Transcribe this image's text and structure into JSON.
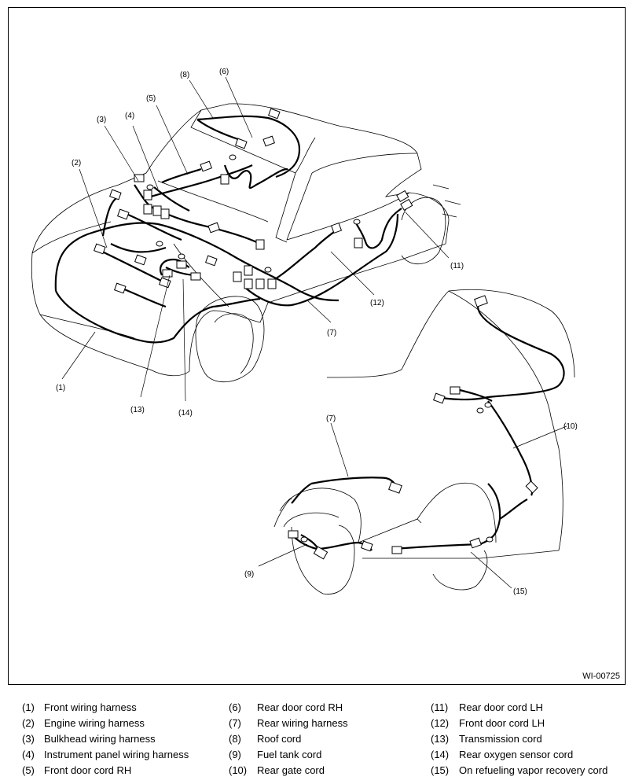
{
  "figure_id": "WI-00725",
  "callouts": {
    "c1": "(1)",
    "c2": "(2)",
    "c3": "(3)",
    "c4": "(4)",
    "c5": "(5)",
    "c6": "(6)",
    "c7a": "(7)",
    "c7b": "(7)",
    "c8": "(8)",
    "c9": "(9)",
    "c10": "(10)",
    "c11": "(11)",
    "c12": "(12)",
    "c13": "(13)",
    "c14": "(14)",
    "c15": "(15)"
  },
  "legend": [
    {
      "num": "(1)",
      "label": "Front wiring harness"
    },
    {
      "num": "(2)",
      "label": "Engine wiring harness"
    },
    {
      "num": "(3)",
      "label": "Bulkhead wiring harness"
    },
    {
      "num": "(4)",
      "label": "Instrument panel wiring harness"
    },
    {
      "num": "(5)",
      "label": "Front door cord RH"
    },
    {
      "num": "(6)",
      "label": "Rear door cord RH"
    },
    {
      "num": "(7)",
      "label": "Rear wiring harness"
    },
    {
      "num": "(8)",
      "label": "Roof cord"
    },
    {
      "num": "(9)",
      "label": "Fuel tank cord"
    },
    {
      "num": "(10)",
      "label": "Rear gate cord"
    },
    {
      "num": "(11)",
      "label": "Rear door cord LH"
    },
    {
      "num": "(12)",
      "label": "Front door cord LH"
    },
    {
      "num": "(13)",
      "label": "Transmission cord"
    },
    {
      "num": "(14)",
      "label": "Rear oxygen sensor cord"
    },
    {
      "num": "(15)",
      "label": "On refueling vapor recovery cord"
    }
  ]
}
